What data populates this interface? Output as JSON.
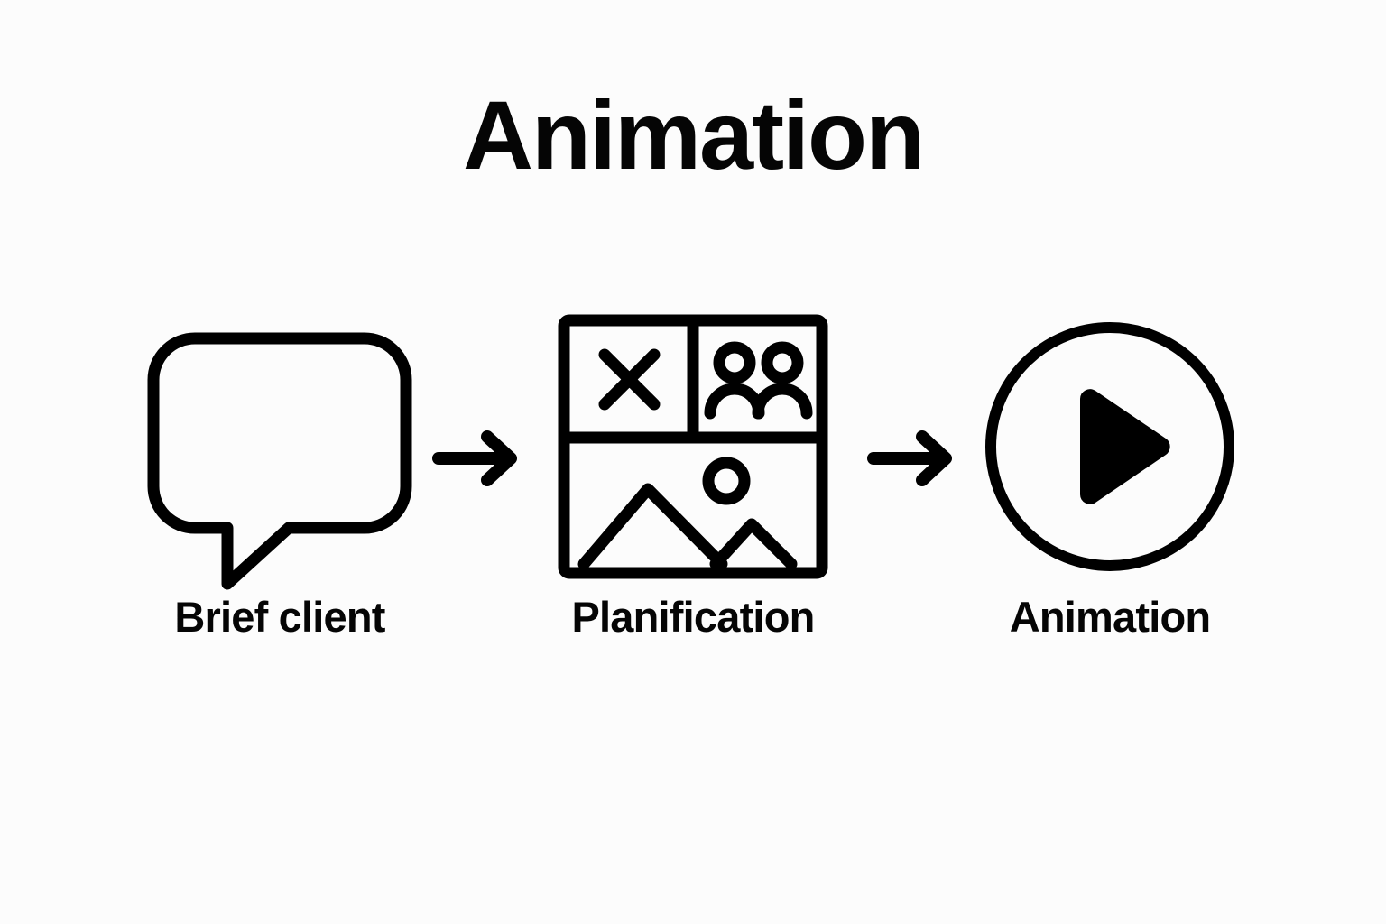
{
  "page": {
    "title": "Animation",
    "background_color": "#fcfcfc",
    "ink_color": "#000000"
  },
  "flow": {
    "steps": [
      {
        "label": "Brief client",
        "icon": "speech-bubble-icon",
        "order": 1
      },
      {
        "label": "Planification",
        "icon": "storyboard-grid-icon",
        "order": 2
      },
      {
        "label": "Animation",
        "icon": "play-circle-icon",
        "order": 3
      }
    ],
    "connectors": [
      {
        "icon": "arrow-right-icon",
        "from": "Brief client",
        "to": "Planification"
      },
      {
        "icon": "arrow-right-icon",
        "from": "Planification",
        "to": "Animation"
      }
    ]
  },
  "storyboard_cells": {
    "top_left": "x-mark-icon",
    "top_right": "two-people-icon",
    "bottom": "landscape-image-icon"
  }
}
